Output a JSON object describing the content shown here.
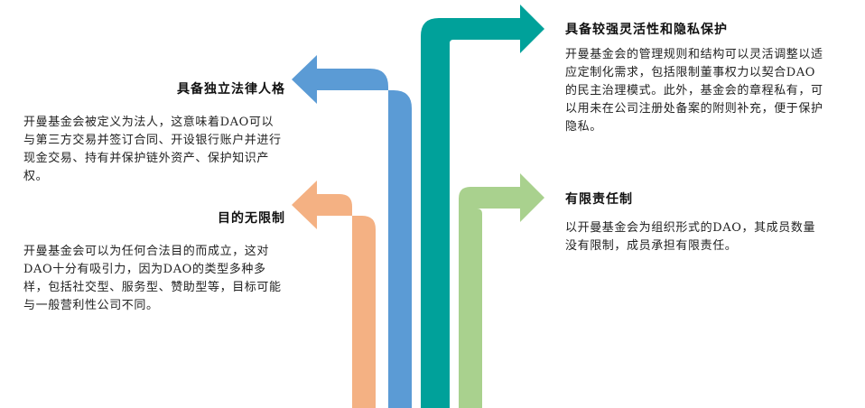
{
  "items": [
    {
      "title": "具备独立法律人格",
      "description": "开曼基金会被定义为法人，这意味着DAO可以与第三方交易并签订合同、开设银行账户并进行现金交易、持有并保护链外资产、保护知识产权。",
      "arrow_color": "#5B9BD5"
    },
    {
      "title": "目的无限制",
      "description": "开曼基金会可以为任何合法目的而成立，这对DAO十分有吸引力，因为DAO的类型多种多样，包括社交型、服务型、赞助型等，目标可能与一般营利性公司不同。",
      "arrow_color": "#F4B183"
    },
    {
      "title": "具备较强灵活性和隐私保护",
      "description": "开曼基金会的管理规则和结构可以灵活调整以适应定制化需求，包括限制董事权力以契合DAO的民主治理模式。此外，基金会的章程私有，可以用未在公司注册处备案的附则补充，便于保护隐私。",
      "arrow_color": "#00A19A"
    },
    {
      "title": "有限责任制",
      "description": "以开曼基金会为组织形式的DAO，其成员数量没有限制，成员承担有限责任。",
      "arrow_color": "#A9D18E"
    }
  ]
}
